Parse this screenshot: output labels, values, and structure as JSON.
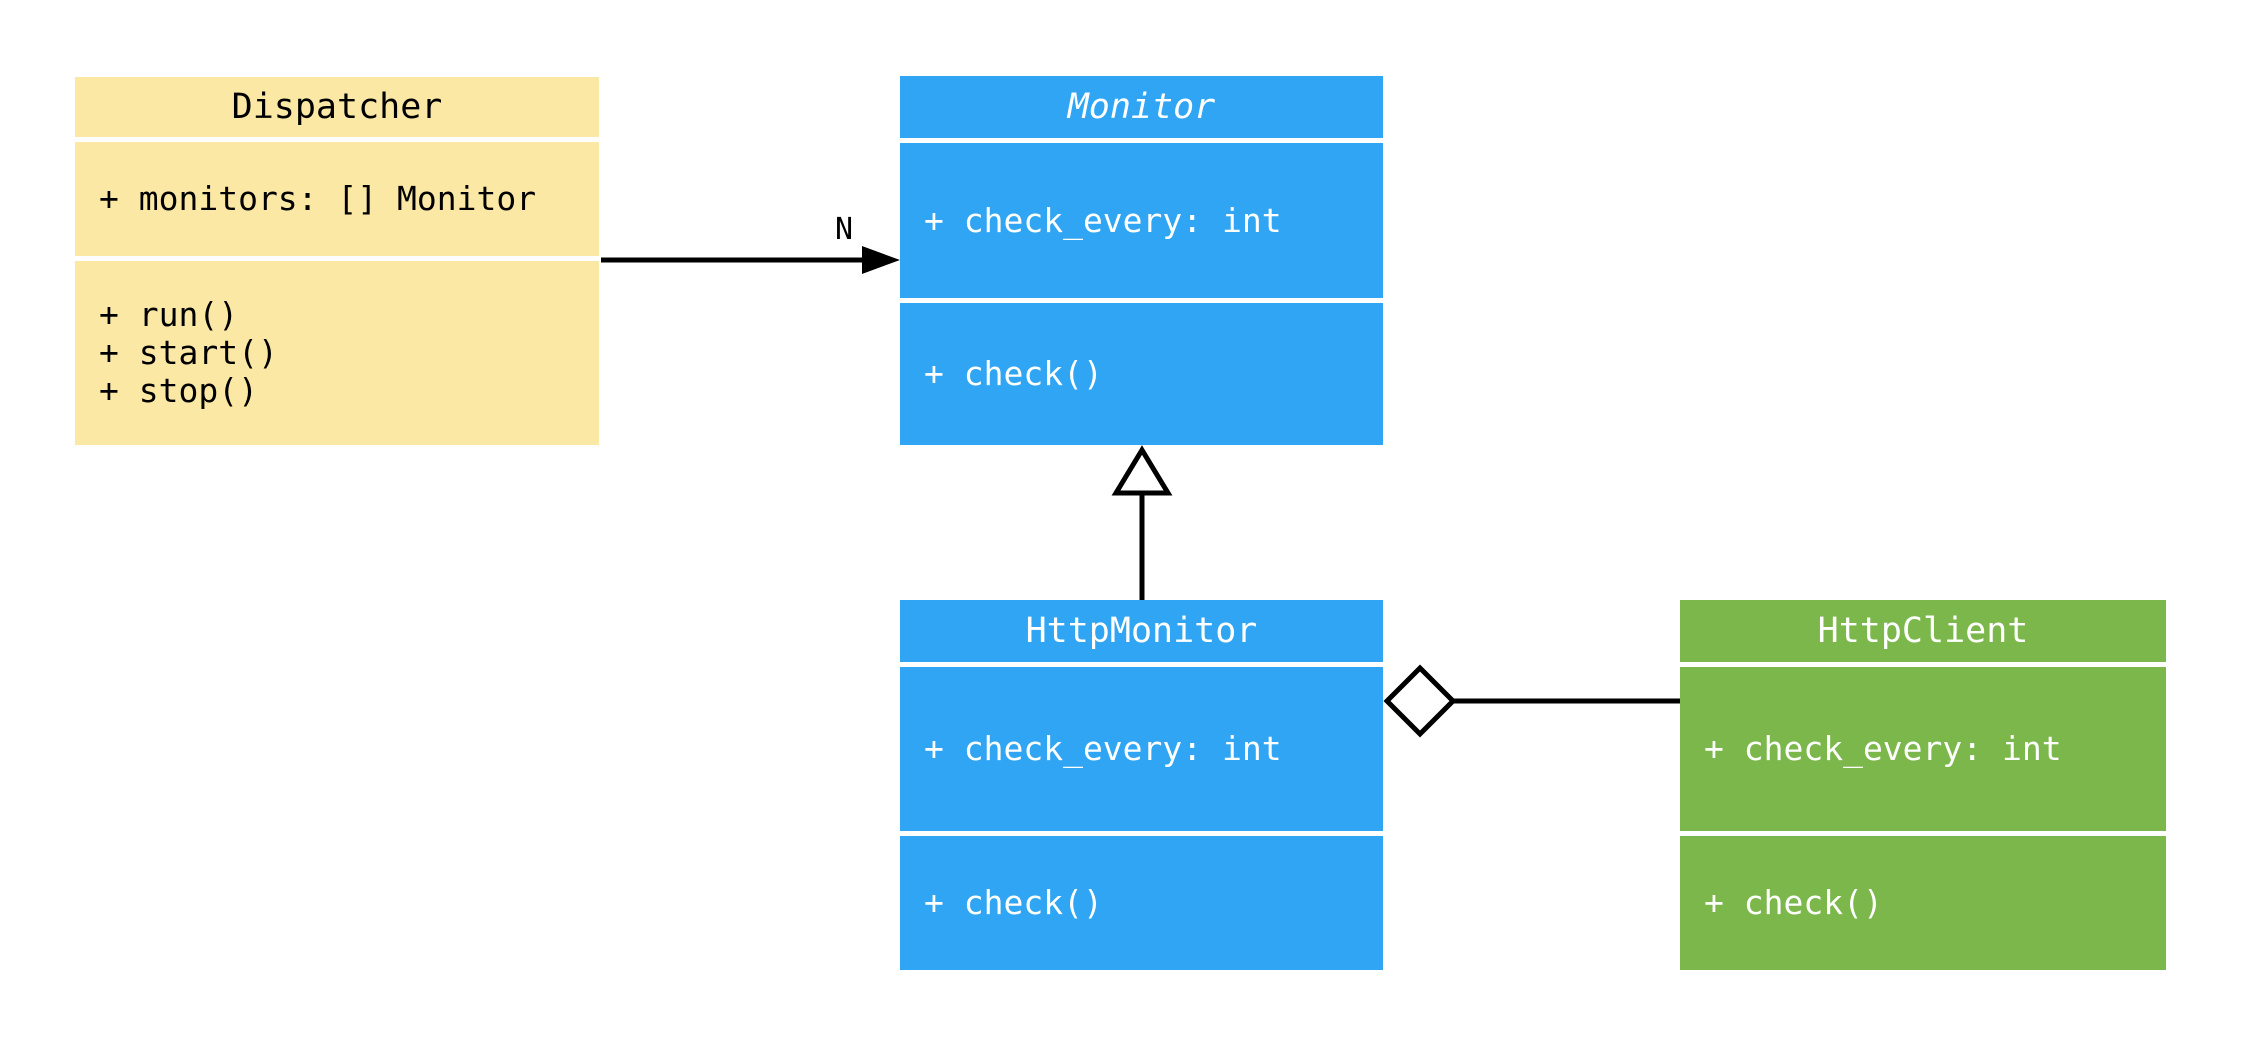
{
  "diagram": {
    "type": "uml-class-diagram",
    "background_color": "#FFFFFF",
    "edge_color": "#000000",
    "classes": [
      {
        "name": "Dispatcher",
        "abstract": false,
        "fill_color": "#FBE8A4",
        "text_color": "#000000",
        "attributes": [
          "+ monitors: [] Monitor"
        ],
        "methods": [
          "+ run()",
          "+ start()",
          "+ stop()"
        ]
      },
      {
        "name": "Monitor",
        "abstract": true,
        "fill_color": "#2FA5F3",
        "text_color": "#FFFFFF",
        "attributes": [
          "+ check_every: int"
        ],
        "methods": [
          "+ check()"
        ]
      },
      {
        "name": "HttpMonitor",
        "abstract": false,
        "fill_color": "#2FA5F3",
        "text_color": "#FFFFFF",
        "attributes": [
          "+ check_every: int"
        ],
        "methods": [
          "+ check()"
        ]
      },
      {
        "name": "HttpClient",
        "abstract": false,
        "fill_color": "#7BB74A",
        "text_color": "#FFFFFF",
        "attributes": [
          "+ check_every: int"
        ],
        "methods": [
          "+ check()"
        ]
      }
    ],
    "relationships": [
      {
        "type": "association",
        "from": "Dispatcher",
        "to": "Monitor",
        "label": "N",
        "arrow": "filled-arrowhead"
      },
      {
        "type": "inheritance",
        "from": "HttpMonitor",
        "to": "Monitor",
        "arrow": "hollow-triangle"
      },
      {
        "type": "aggregation",
        "from": "HttpMonitor",
        "to": "HttpClient",
        "arrow": "hollow-diamond"
      }
    ]
  }
}
